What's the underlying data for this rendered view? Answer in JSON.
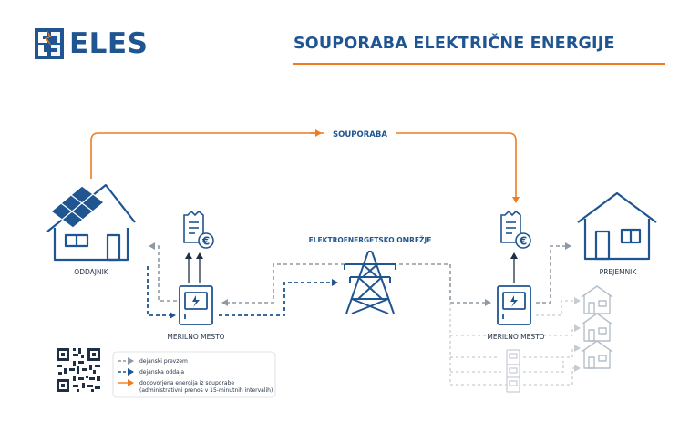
{
  "header": {
    "logo_text": "ELES",
    "title": "SOUPORABA ELEKTRIČNE ENERGIJE"
  },
  "labels": {
    "souporaba": "SOUPORABA",
    "oddajnik": "ODDAJNIK",
    "prejemnik": "PREJEMNIK",
    "omrezje": "ELEKTROENERGETSKO OMREŽJE",
    "merilno_left": "MERILNO MESTO",
    "merilno_right": "MERILNO MESTO",
    "euro": "€"
  },
  "legend": {
    "items": [
      {
        "line1": "dejanski prevzem",
        "line2": ""
      },
      {
        "line1": "dejanska oddaja",
        "line2": ""
      },
      {
        "line1": "dogovorjena energija iz souporabe",
        "line2": "(administrativni prenos v 15-minutnih intervalih)"
      }
    ]
  },
  "colors": {
    "blue": "#1f5591",
    "orange": "#ee7d1f",
    "gray": "#9ba5b0",
    "gray_light": "#c6ccd3",
    "dark": "#1f2f44"
  }
}
